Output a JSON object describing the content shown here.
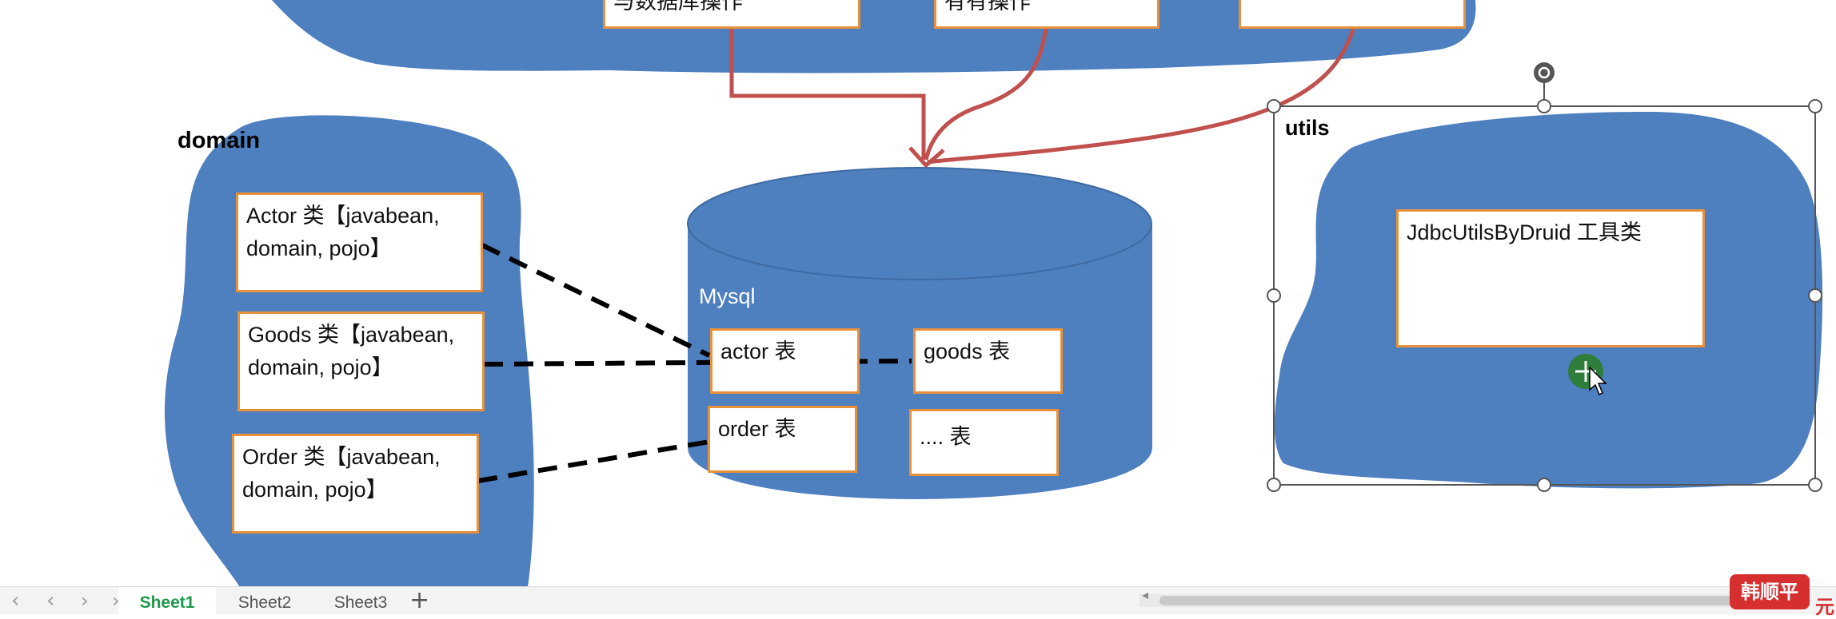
{
  "colors": {
    "blob": "#4e7fbf",
    "box_border": "#e8913a",
    "arrow": "#c0504d",
    "dash": "#000000",
    "active_tab": "#1d9a4b",
    "watermark": "#d62f2f"
  },
  "top_boxes": [
    {
      "text": "与数据库操作"
    },
    {
      "text": "有有操作"
    },
    {
      "text": ""
    }
  ],
  "domain": {
    "title": "domain",
    "boxes": [
      {
        "line1": "Actor 类【javabean,",
        "line2": "domain, pojo】"
      },
      {
        "line1": "Goods 类【javabean,",
        "line2": "domain, pojo】"
      },
      {
        "line1": "Order 类【javabean,",
        "line2": "domain, pojo】"
      }
    ]
  },
  "mysql": {
    "title": "Mysql",
    "tables": [
      "actor 表",
      "goods 表",
      "order 表",
      ".... 表"
    ]
  },
  "utils": {
    "title": "utils",
    "box_text": "JdbcUtilsByDruid 工具类"
  },
  "statusbar": {
    "nav_icons": [
      "nav-first-icon",
      "nav-prev-icon",
      "nav-next-icon",
      "nav-last-icon"
    ],
    "sheets": [
      "Sheet1",
      "Sheet2",
      "Sheet3"
    ],
    "active_sheet": "Sheet1",
    "add_sheet_label": "+"
  },
  "watermark": {
    "text": "韩顺平",
    "tail": "元"
  }
}
